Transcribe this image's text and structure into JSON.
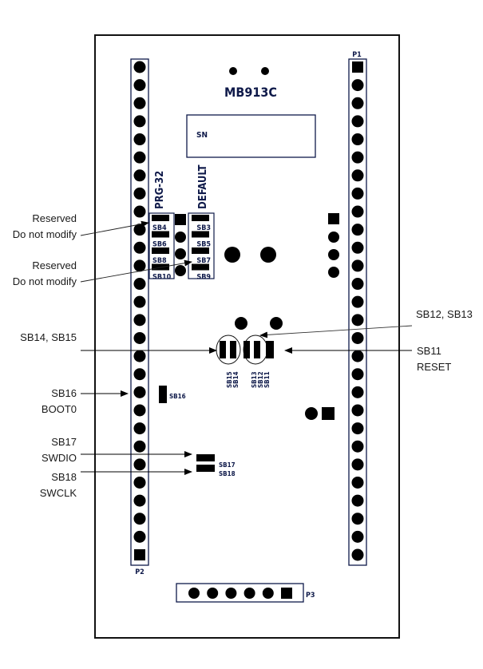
{
  "board": {
    "name": "MB913C",
    "serial_label": "SN",
    "headers": {
      "P1": {
        "label": "P1",
        "pin_count": 28,
        "square_pin": "top"
      },
      "P2": {
        "label": "P2",
        "pin_count": 28,
        "square_pin": "bottom"
      },
      "P3": {
        "label": "P3",
        "pin_count": 6,
        "square_pin": "right"
      }
    },
    "jumper_group_labels": {
      "prg": "PRG-32",
      "default": "DEFAULT"
    },
    "solder_bridges": {
      "prg_column": [
        "SB4",
        "SB6",
        "SB8",
        "SB10"
      ],
      "default_column": [
        "SB3",
        "SB5",
        "SB7",
        "SB9"
      ],
      "center_left": [
        "SB15",
        "SB14"
      ],
      "center_right": [
        "SB13",
        "SB12",
        "SB11"
      ],
      "boot": "SB16",
      "swd": [
        "SB17",
        "SB18"
      ]
    }
  },
  "callouts": {
    "reserved_1": {
      "line1": "Reserved",
      "line2": "Do not modify"
    },
    "reserved_2": {
      "line1": "Reserved",
      "line2": "Do not modify"
    },
    "sb12_sb13": {
      "line1": "SB12, SB13"
    },
    "sb14_sb15": {
      "line1": "SB14, SB15"
    },
    "sb11": {
      "line1": "SB11",
      "line2": "RESET"
    },
    "sb16": {
      "line1": "SB16",
      "line2": "BOOT0"
    },
    "sb17": {
      "line1": "SB17",
      "line2": "SWDIO"
    },
    "sb18": {
      "line1": "SB18",
      "line2": "SWCLK"
    }
  },
  "colors": {
    "outline": "#111111",
    "silkscreen": "#0f1a4a",
    "pad": "#000000"
  }
}
